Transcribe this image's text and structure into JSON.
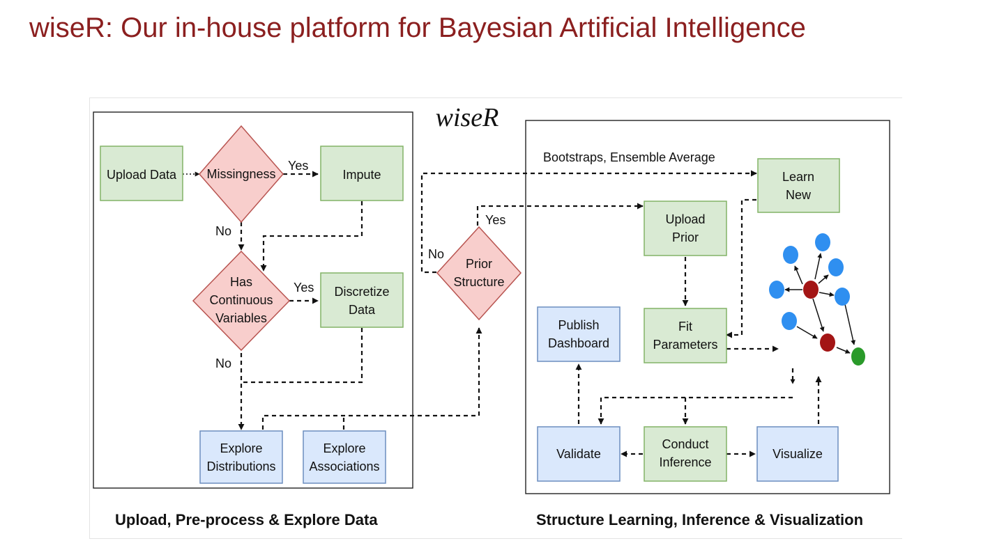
{
  "title": "wiseR: Our in-house platform for Bayesian Artificial Intelligence",
  "logo": "wiseR",
  "panels": {
    "left": "Upload, Pre-process & Explore Data",
    "right": "Structure Learning, Inference & Visualization"
  },
  "nodes": {
    "upload_data": [
      "Upload Data"
    ],
    "missingness": [
      "Missingness"
    ],
    "impute": [
      "Impute"
    ],
    "has_continuous": [
      "Has",
      "Continuous",
      "Variables"
    ],
    "discretize": [
      "Discretize",
      "Data"
    ],
    "explore_distributions": [
      "Explore",
      "Distributions"
    ],
    "explore_associations": [
      "Explore",
      "Associations"
    ],
    "prior_structure": [
      "Prior",
      "Structure"
    ],
    "learn_new": [
      "Learn",
      "New"
    ],
    "upload_prior": [
      "Upload",
      "Prior"
    ],
    "fit_parameters": [
      "Fit",
      "Parameters"
    ],
    "publish_dashboard": [
      "Publish",
      "Dashboard"
    ],
    "validate": [
      "Validate"
    ],
    "conduct_inference": [
      "Conduct",
      "Inference"
    ],
    "visualize": [
      "Visualize"
    ]
  },
  "edge_labels": {
    "missing_yes": "Yes",
    "missing_no": "No",
    "continuous_yes": "Yes",
    "continuous_no": "No",
    "prior_yes": "Yes",
    "prior_no": "No",
    "bootstraps": "Bootstraps, Ensemble Average"
  },
  "colors": {
    "title": "#8b1f1f",
    "green_fill": "#d9ead3",
    "blue_fill": "#dae8fc",
    "red_fill": "#f8cecc",
    "network_blue": "#2f8ff0",
    "network_red": "#a31515",
    "network_green": "#2a9a2a"
  }
}
